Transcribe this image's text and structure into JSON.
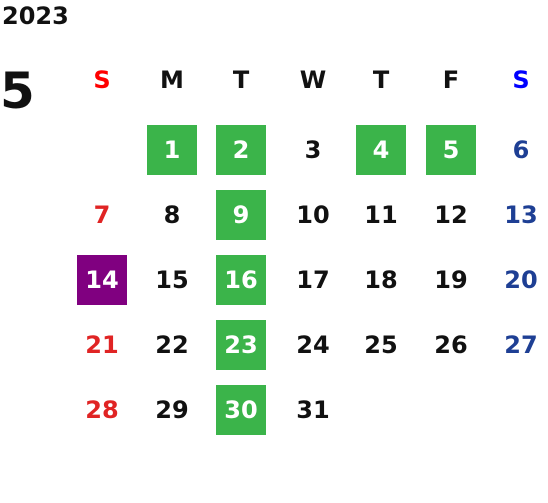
{
  "calendar": {
    "year": "2023",
    "month": "5",
    "weekdays": [
      {
        "label": "S",
        "color": "#ff0000"
      },
      {
        "label": "M",
        "color": "#111111"
      },
      {
        "label": "T",
        "color": "#111111"
      },
      {
        "label": "W",
        "color": "#111111"
      },
      {
        "label": "T",
        "color": "#111111"
      },
      {
        "label": "F",
        "color": "#111111"
      },
      {
        "label": "S",
        "color": "#0000ff"
      }
    ],
    "first_weekday_index": 1,
    "days_in_month": 31,
    "highlight_colors": {
      "green": "#3bb44a",
      "purple": "#800080"
    },
    "highlighted_days": {
      "1": "green",
      "2": "green",
      "4": "green",
      "5": "green",
      "9": "green",
      "14": "purple",
      "16": "green",
      "23": "green",
      "30": "green"
    }
  }
}
